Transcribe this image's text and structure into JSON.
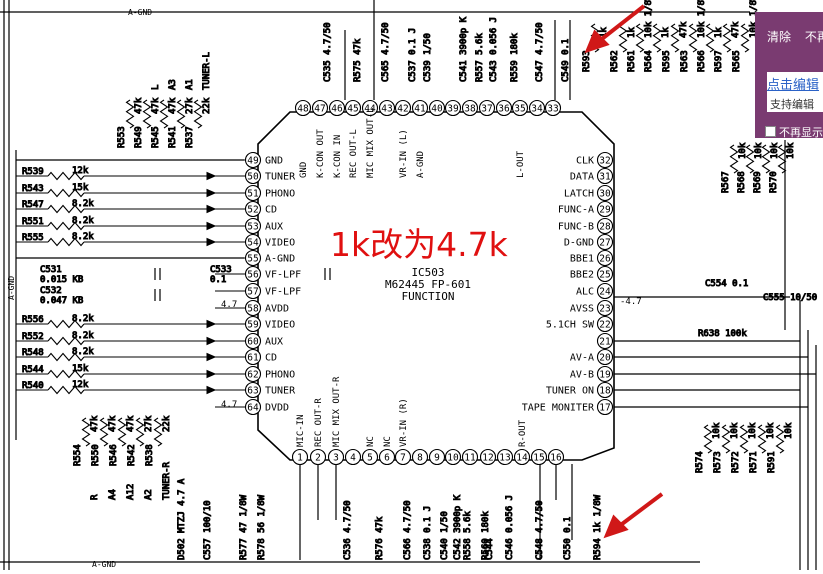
{
  "ic": {
    "ref": "IC503",
    "part": "M62445 FP-601",
    "role": "FUNCTION",
    "pins_top": [
      {
        "n": "48",
        "label": "GND"
      },
      {
        "n": "47",
        "label": "K-CON OUT"
      },
      {
        "n": "46",
        "label": "K-CON IN"
      },
      {
        "n": "45",
        "label": "REC OUT-L"
      },
      {
        "n": "44",
        "label": "MIC MIX OUT-L"
      },
      {
        "n": "43",
        "label": ""
      },
      {
        "n": "42",
        "label": "VR-IN (L)"
      },
      {
        "n": "41",
        "label": "A-GND"
      },
      {
        "n": "40",
        "label": ""
      },
      {
        "n": "39",
        "label": ""
      },
      {
        "n": "38",
        "label": ""
      },
      {
        "n": "37",
        "label": ""
      },
      {
        "n": "36",
        "label": ""
      },
      {
        "n": "35",
        "label": "L-OUT"
      },
      {
        "n": "34",
        "label": ""
      },
      {
        "n": "33",
        "label": ""
      }
    ],
    "pins_left": [
      {
        "n": "49",
        "label": "GND"
      },
      {
        "n": "50",
        "label": "TUNER"
      },
      {
        "n": "51",
        "label": "PHONO"
      },
      {
        "n": "52",
        "label": "CD"
      },
      {
        "n": "53",
        "label": "AUX"
      },
      {
        "n": "54",
        "label": "VIDEO"
      },
      {
        "n": "55",
        "label": "A-GND"
      },
      {
        "n": "56",
        "label": "VF-LPF"
      },
      {
        "n": "57",
        "label": "VF-LPF"
      },
      {
        "n": "58",
        "label": "AVDD"
      },
      {
        "n": "59",
        "label": "VIDEO"
      },
      {
        "n": "60",
        "label": "AUX"
      },
      {
        "n": "61",
        "label": "CD"
      },
      {
        "n": "62",
        "label": "PHONO"
      },
      {
        "n": "63",
        "label": "TUNER"
      },
      {
        "n": "64",
        "label": "DVDD"
      }
    ],
    "pins_right": [
      {
        "n": "32",
        "label": "CLK"
      },
      {
        "n": "31",
        "label": "DATA"
      },
      {
        "n": "30",
        "label": "LATCH"
      },
      {
        "n": "29",
        "label": "FUNC-A"
      },
      {
        "n": "28",
        "label": "FUNC-B"
      },
      {
        "n": "27",
        "label": "D-GND"
      },
      {
        "n": "26",
        "label": "BBE1"
      },
      {
        "n": "25",
        "label": "BBE2"
      },
      {
        "n": "24",
        "label": "ALC"
      },
      {
        "n": "23",
        "label": "AVSS"
      },
      {
        "n": "22",
        "label": "5.1CH SW"
      },
      {
        "n": "21",
        "label": ""
      },
      {
        "n": "20",
        "label": "AV-A"
      },
      {
        "n": "19",
        "label": "AV-B"
      },
      {
        "n": "18",
        "label": "TUNER ON"
      },
      {
        "n": "17",
        "label": "TAPE MONITER"
      }
    ],
    "pins_bottom": [
      {
        "n": "1",
        "label": "MIC-IN"
      },
      {
        "n": "2",
        "label": "REC OUT-R"
      },
      {
        "n": "3",
        "label": "MIC MIX OUT-R"
      },
      {
        "n": "4",
        "label": ""
      },
      {
        "n": "5",
        "label": "NC"
      },
      {
        "n": "6",
        "label": "NC"
      },
      {
        "n": "7",
        "label": "VR-IN (R)"
      },
      {
        "n": "8",
        "label": ""
      },
      {
        "n": "9",
        "label": ""
      },
      {
        "n": "10",
        "label": ""
      },
      {
        "n": "11",
        "label": ""
      },
      {
        "n": "12",
        "label": ""
      },
      {
        "n": "13",
        "label": ""
      },
      {
        "n": "14",
        "label": "R-OUT"
      },
      {
        "n": "15",
        "label": ""
      },
      {
        "n": "16",
        "label": ""
      }
    ]
  },
  "net_labels": {
    "top": "A-GND",
    "bottom": "A-GND",
    "left_vertical": "A-GND",
    "avdd_volt": "4.7",
    "dvdd_volt": "4.7",
    "avss_volt": "-4.7"
  },
  "left_inputs_upper": [
    {
      "ref": "R539",
      "value": "12k"
    },
    {
      "ref": "R543",
      "value": "15k"
    },
    {
      "ref": "R547",
      "value": "8.2k"
    },
    {
      "ref": "R551",
      "value": "8.2k"
    },
    {
      "ref": "R555",
      "value": "8.2k"
    }
  ],
  "left_inputs_lower": [
    {
      "ref": "R556",
      "value": "8.2k"
    },
    {
      "ref": "R552",
      "value": "8.2k"
    },
    {
      "ref": "R548",
      "value": "8.2k"
    },
    {
      "ref": "R544",
      "value": "15k"
    },
    {
      "ref": "R540",
      "value": "12k"
    }
  ],
  "top_left_resistors": [
    {
      "ref": "R553",
      "value": "47k",
      "net": ""
    },
    {
      "ref": "R549",
      "value": "47k",
      "net": "L"
    },
    {
      "ref": "R545",
      "value": "47k",
      "net": "A3"
    },
    {
      "ref": "R541",
      "value": "27k",
      "net": "A1"
    },
    {
      "ref": "R537",
      "value": "22k",
      "net": "TUNER-L"
    }
  ],
  "bottom_left_resistors": [
    {
      "ref": "R554",
      "value": "47k",
      "net": "R"
    },
    {
      "ref": "R550",
      "value": "47k",
      "net": "A4"
    },
    {
      "ref": "R546",
      "value": "47k",
      "net": "A12"
    },
    {
      "ref": "R542",
      "value": "27k",
      "net": "A2"
    },
    {
      "ref": "R538",
      "value": "22k",
      "net": "TUNER-R"
    }
  ],
  "capacitors_left": [
    {
      "ref": "C531",
      "value": "0.015 KB"
    },
    {
      "ref": "C532",
      "value": "0.047 KB"
    },
    {
      "ref": "C533",
      "value": "0.1"
    }
  ],
  "top_parts": [
    {
      "text": "C535 4.7/50"
    },
    {
      "text": "R575 47k"
    },
    {
      "text": "C565 4.7/50"
    },
    {
      "text": "C537 0.1 J"
    },
    {
      "text": "C539 1/50"
    },
    {
      "text": "C541 3900p K"
    },
    {
      "text": "R557 5.6k"
    },
    {
      "text": "C543 0.056 J"
    },
    {
      "text": "R559 180k"
    },
    {
      "text": "C547 4.7/50"
    },
    {
      "text": "C549 0.1"
    }
  ],
  "top_right_resistors": [
    {
      "ref": "R593",
      "value": "1k"
    },
    {
      "ref": "R562",
      "value": "1k"
    },
    {
      "ref": "R561",
      "value": "10k 1/8W"
    },
    {
      "ref": "R564",
      "value": "1k"
    },
    {
      "ref": "R595",
      "value": "47k"
    },
    {
      "ref": "R563",
      "value": "10k 1/8W"
    },
    {
      "ref": "R566",
      "value": "1k"
    },
    {
      "ref": "R597",
      "value": "47k"
    },
    {
      "ref": "R565",
      "value": "10k 1/8W"
    }
  ],
  "right_resistors": [
    {
      "ref": "R567",
      "value": "10k"
    },
    {
      "ref": "R568",
      "value": "10k"
    },
    {
      "ref": "R569",
      "value": "10k"
    },
    {
      "ref": "R570",
      "value": "10k"
    }
  ],
  "right_parts": [
    {
      "text": "C554 0.1"
    },
    {
      "text": "C555 10/50"
    },
    {
      "text": "R638 100k"
    }
  ],
  "bottom_right_resistors": [
    {
      "ref": "R574",
      "value": "10k"
    },
    {
      "ref": "R573",
      "value": "10k"
    },
    {
      "ref": "R572",
      "value": "10k"
    },
    {
      "ref": "R571",
      "value": "10k"
    },
    {
      "ref": "R591",
      "value": "10k"
    }
  ],
  "bottom_parts": [
    {
      "text": "D502 MTZJ 4.7 A"
    },
    {
      "text": "C557 100/10"
    },
    {
      "text": "R577 47 1/8W"
    },
    {
      "text": "R578 56 1/8W"
    },
    {
      "text": "C536 4.7/50"
    },
    {
      "text": "R576 47k"
    },
    {
      "text": "C566 4.7/50"
    },
    {
      "text": "C538 0.1 J"
    },
    {
      "text": "C540 1/50"
    },
    {
      "text": "C542 3900p K"
    },
    {
      "text": "R558 5.6k"
    },
    {
      "text": "R560 180k"
    },
    {
      "text": "C546 0.056 J"
    },
    {
      "text": "C544"
    },
    {
      "text": "C548 4.7/50"
    },
    {
      "text": "C550 0.1"
    },
    {
      "text": "R594 1k 1/8W"
    }
  ],
  "annotation": {
    "text": "1k改为4.7k",
    "color": "#e01010"
  },
  "side_panel": {
    "clear_label": "清除",
    "no_show_label": "不再",
    "edit_link": "点击编辑",
    "edit_hint": "支持编辑",
    "no_show_checkbox": "不再显示"
  }
}
